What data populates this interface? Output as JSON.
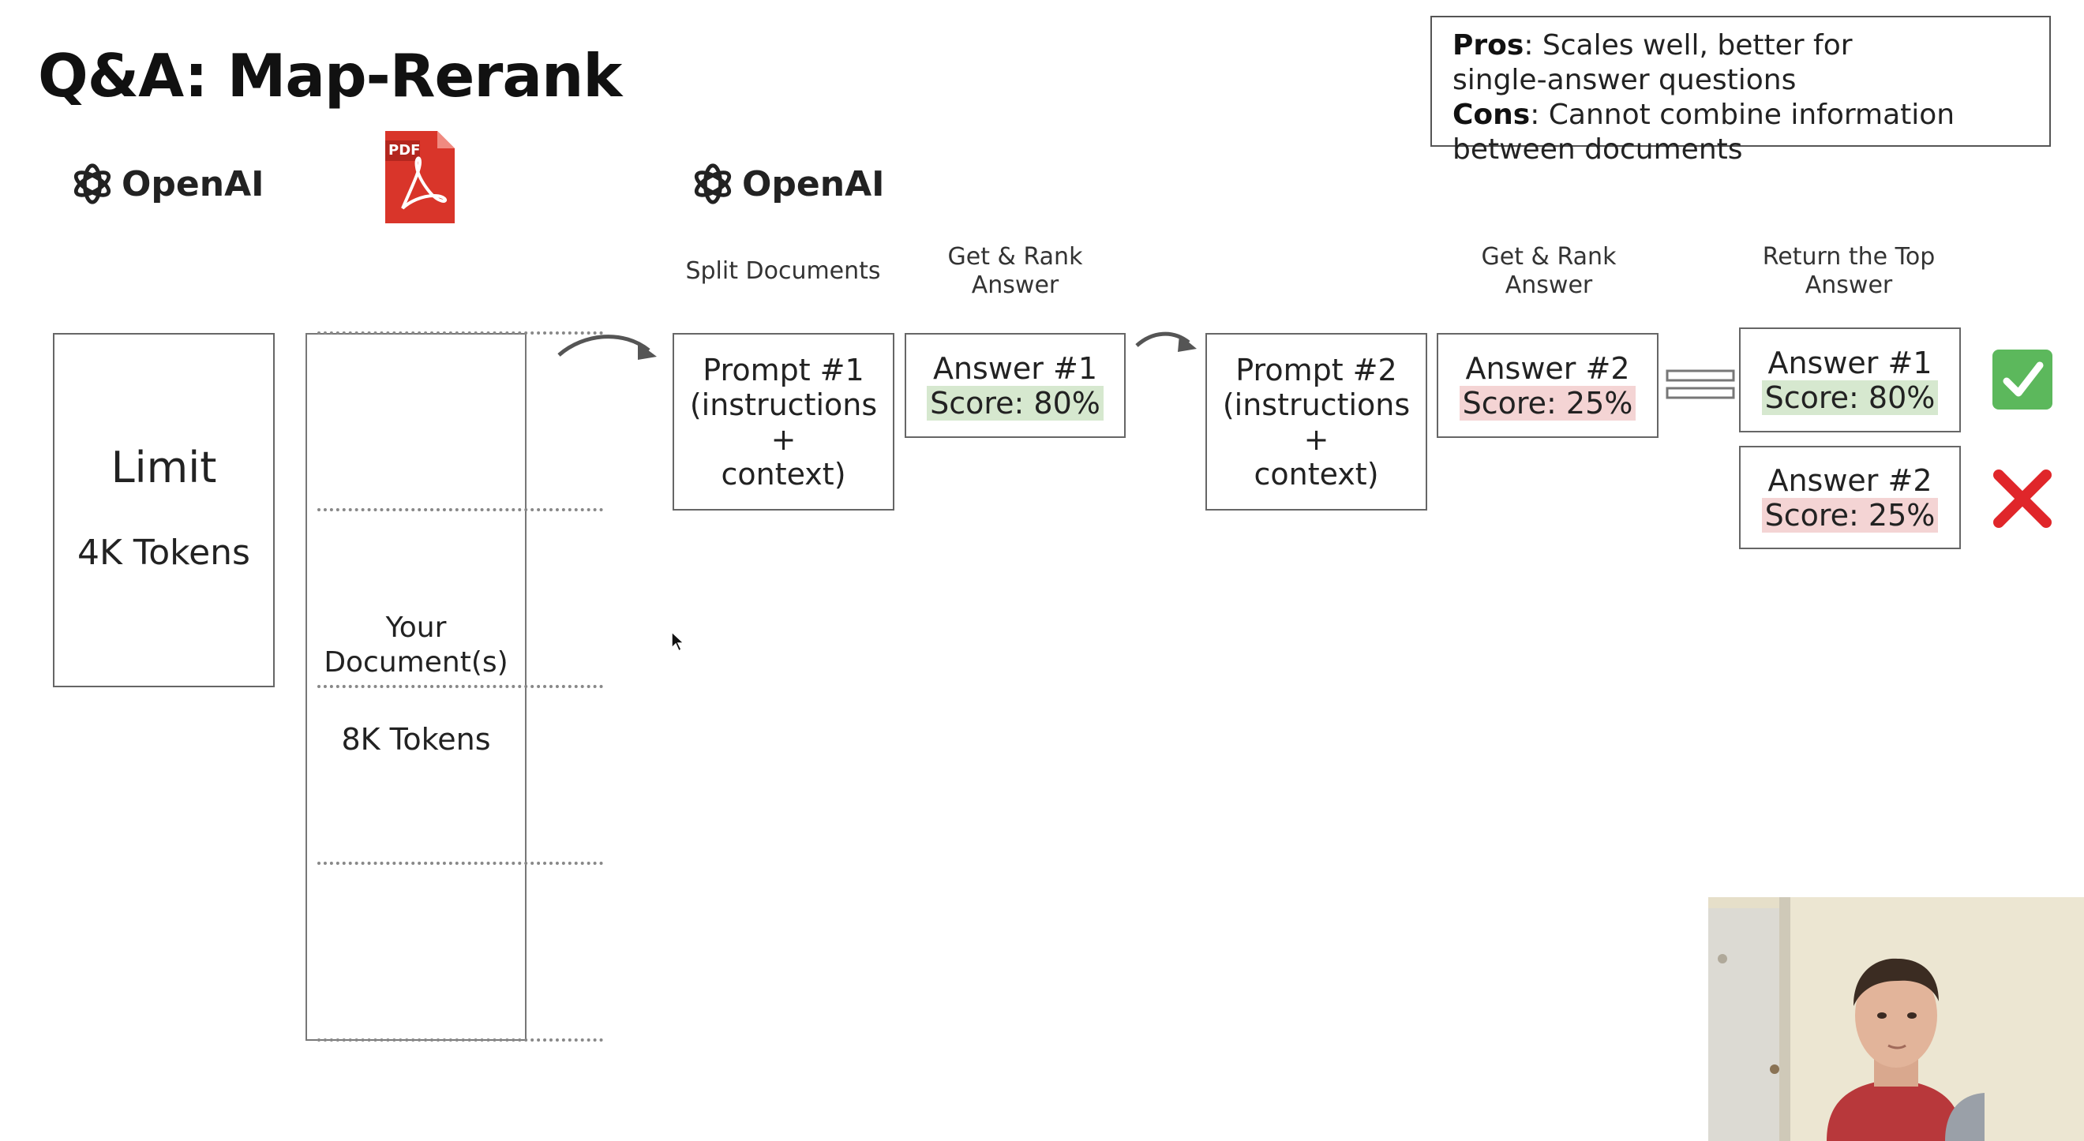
{
  "title": "Q&A: Map-Rerank",
  "pros_cons": {
    "pros_label": "Pros",
    "pros_text": ": Scales well, better for",
    "pros_text_2": "single-answer questions",
    "cons_label": "Cons",
    "cons_text": ": Cannot combine information",
    "cons_text_2": "between documents"
  },
  "logos": {
    "openai_left": "OpenAI",
    "pdf_label": "PDF",
    "openai_right": "OpenAI"
  },
  "captions": {
    "split": "Split Documents",
    "get_rank_1_line1": "Get & Rank",
    "get_rank_1_line2": "Answer",
    "get_rank_2_line1": "Get & Rank",
    "get_rank_2_line2": "Answer",
    "return_top_line1": "Return the Top",
    "return_top_line2": "Answer"
  },
  "limit": {
    "title": "Limit",
    "tokens": "4K Tokens"
  },
  "document": {
    "line1": "Your",
    "line2": "Document(s)",
    "tokens": "8K Tokens"
  },
  "prompts": [
    {
      "line1": "Prompt #1",
      "line2": "(instructions +",
      "line3": "context)"
    },
    {
      "line1": "Prompt #2",
      "line2": "(instructions +",
      "line3": "context)"
    }
  ],
  "answers": [
    {
      "label": "Answer #1",
      "score": "Score: 80%"
    },
    {
      "label": "Answer #2",
      "score": "Score: 25%"
    }
  ],
  "ranked": [
    {
      "label": "Answer #1",
      "score": "Score: 80%",
      "status": "selected"
    },
    {
      "label": "Answer #2",
      "score": "Score: 25%",
      "status": "rejected"
    }
  ],
  "colors": {
    "score_good": "#d6e8cf",
    "score_bad": "#f4d4d4",
    "check": "#5cb85c",
    "cross": "#e0262a",
    "pdf": "#d9352a"
  },
  "icons": [
    "openai-logo-icon",
    "pdf-icon",
    "curved-arrow-icon",
    "equals-icon",
    "check-icon",
    "cross-icon",
    "cursor-icon"
  ]
}
